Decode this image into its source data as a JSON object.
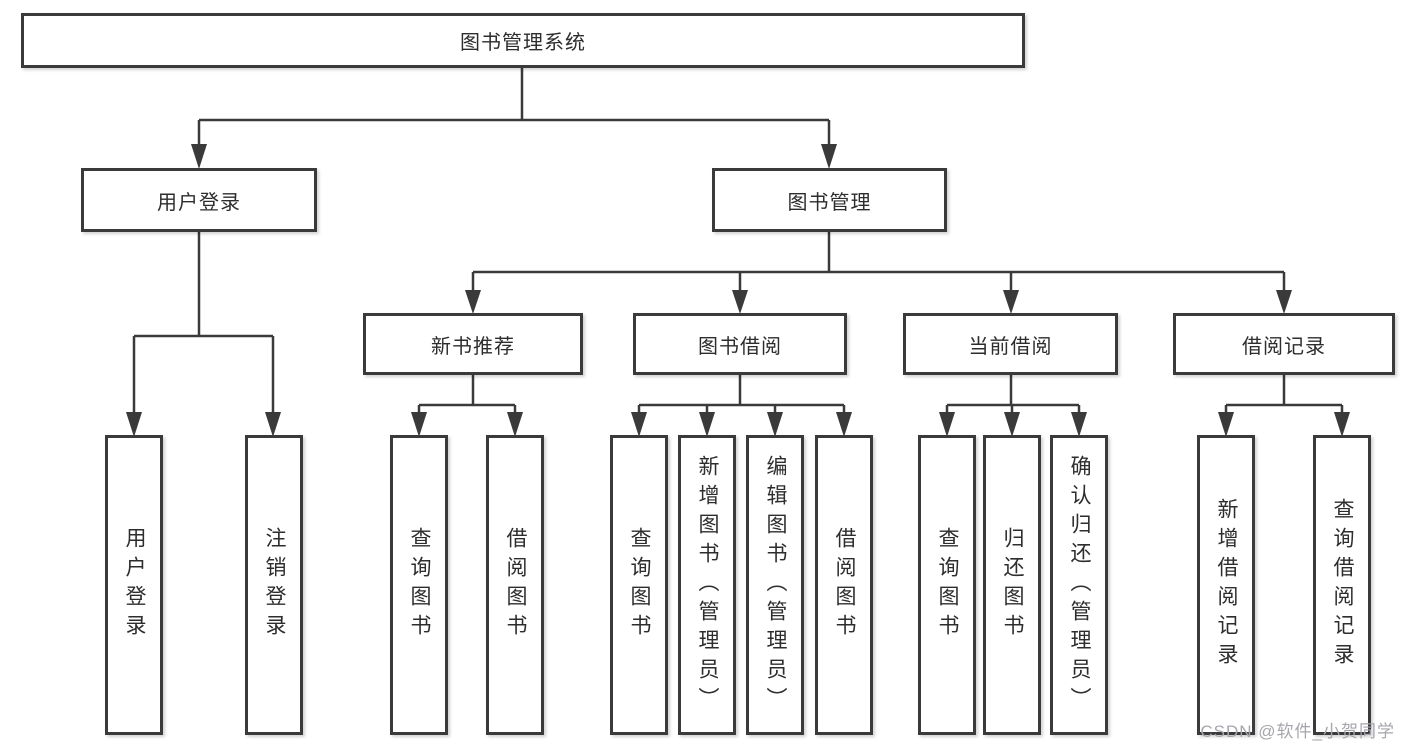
{
  "nodes": {
    "root": "图书管理系统",
    "user_login": "用户登录",
    "book_mgmt": "图书管理",
    "new_book_rec": "新书推荐",
    "book_borrow": "图书借阅",
    "current_borrow": "当前借阅",
    "borrow_record": "借阅记录",
    "leaf_user_login": "用户登录",
    "leaf_logout": "注销登录",
    "leaf_nbr_query": "查询图书",
    "leaf_nbr_borrow": "借阅图书",
    "leaf_bb_query": "查询图书",
    "leaf_bb_add": "新增图书（管理员）",
    "leaf_bb_edit": "编辑图书（管理员）",
    "leaf_bb_borrow": "借阅图书",
    "leaf_cb_query": "查询图书",
    "leaf_cb_return": "归还图书",
    "leaf_cb_confirm": "确认归还（管理员）",
    "leaf_br_add": "新增借阅记录",
    "leaf_br_query": "查询借阅记录"
  },
  "watermark": "CSDN @软件_小贺同学",
  "colors": {
    "line": "#3a3a3a",
    "text": "#2d2d2d",
    "watermark": "#a6a6ad",
    "background": "#ffffff"
  }
}
